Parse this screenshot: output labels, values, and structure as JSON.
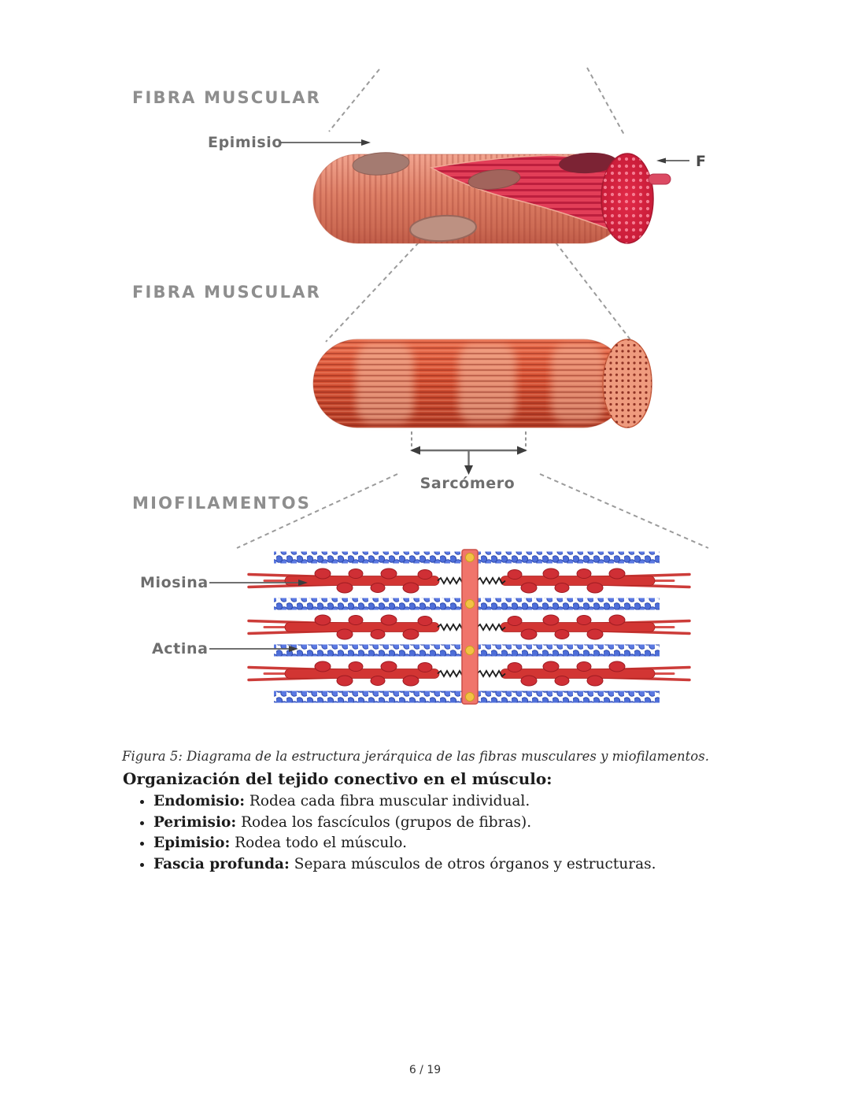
{
  "figure": {
    "labels": {
      "fibra_muscular": "FIBRA MUSCULAR",
      "epimisio": "Epimisio",
      "fasciculo_partial": "F",
      "sarcomero": "Sarcómero",
      "miofilamentos": "MIOFILAMENTOS",
      "miosina": "Miosina",
      "actina": "Actina"
    },
    "colors": {
      "muscle_salmon": "#e08268",
      "muscle_cut_red": "#d6203e",
      "fiber_red": "#d85335",
      "fiber_face_salmon": "#ef9b7e",
      "actin_blue": "#4e6ed8",
      "myosin_red": "#d23533",
      "zline_pink": "#f0756b",
      "zline_dot_yellow": "#f3c245",
      "label_gray": "#8e8e8e",
      "connector_gray": "#9b9b9b"
    }
  },
  "page": {
    "caption": "Figura 5: Diagrama de la estructura jerárquica de las fibras musculares y miofilamentos.",
    "heading": "Organización del tejido conectivo en el músculo:",
    "bullets": [
      {
        "term": "Endomisio:",
        "desc": " Rodea cada fibra muscular individual."
      },
      {
        "term": "Perimisio:",
        "desc": " Rodea los fascículos (grupos de fibras)."
      },
      {
        "term": "Epimisio:",
        "desc": " Rodea todo el músculo."
      },
      {
        "term": "Fascia profunda:",
        "desc": " Separa músculos de otros órganos y estructuras."
      }
    ],
    "page_number": "6 / 19"
  }
}
